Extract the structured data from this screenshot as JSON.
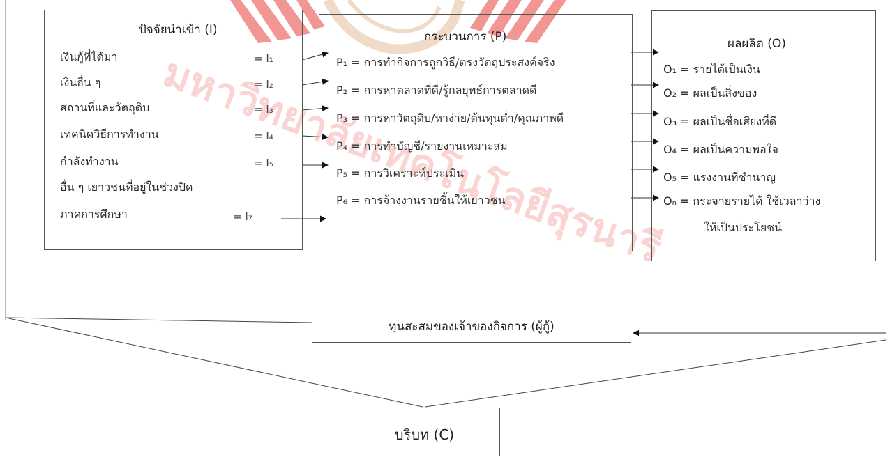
{
  "input": {
    "title": "ปัจจัยนำเข้า (I)",
    "items": [
      {
        "label": "เงินกู้ที่ได้มา",
        "code": "= I₁"
      },
      {
        "label": "เงินอื่น ๆ",
        "code": "= I₂"
      },
      {
        "label": "สถานที่และวัตถุดิบ",
        "code": "= I₃"
      },
      {
        "label": "เทคนิควิธีการทำงาน",
        "code": "= I₄"
      },
      {
        "label": "กำลังทำงาน",
        "code": "= I₅"
      },
      {
        "label": "อื่น ๆ เยาวชนที่อยู่ในช่วงปิด",
        "code": ""
      },
      {
        "label": "ภาคการศึกษา",
        "code": "= I₇"
      }
    ]
  },
  "process": {
    "title": "กระบวนการ (P)",
    "items": [
      {
        "code": "P₁",
        "text": "= การทำกิจการถูกวิธี/ตรงวัตถุประสงค์จริง"
      },
      {
        "code": "P₂",
        "text": "= การหาตลาดที่ดี/รู้กลยุทธ์การตลาดดี"
      },
      {
        "code": "P₃",
        "text": "= การหาวัตถุดิบ/หาง่าย/ต้นทุนต่ำ/คุณภาพดี"
      },
      {
        "code": "P₄",
        "text": "= การทำบัญชี/รายงานเหมาะสม"
      },
      {
        "code": "P₅",
        "text": "= การวิเคราะห์ประเมิน"
      },
      {
        "code": "P₆",
        "text": "= การจ้างงานรายชิ้นให้เยาวชน"
      }
    ]
  },
  "output": {
    "title": "ผลผลิต (O)",
    "items": [
      "O₁ = รายได้เป็นเงิน",
      "O₂ = ผลเป็นสิ่งของ",
      "O₃ = ผลเป็นชื่อเสียงที่ดี",
      "O₄ = ผลเป็นความพอใจ",
      "O₅ = แรงงานที่ชำนาญ",
      "Oₙ = กระจายรายได้ ใช้เวลาว่าง",
      "ให้เป็นประโยชน์"
    ]
  },
  "capital": {
    "label": "ทุนสะสมของเจ้าของกิจการ (ผู้กู้)"
  },
  "context": {
    "label": "บริบท (C)"
  },
  "watermark": {
    "text": "มหาวิทยาลัยเทคโนโลยีสุรนารี",
    "color": "#e8413c"
  },
  "colors": {
    "line": "#222222",
    "box": "#555555"
  }
}
